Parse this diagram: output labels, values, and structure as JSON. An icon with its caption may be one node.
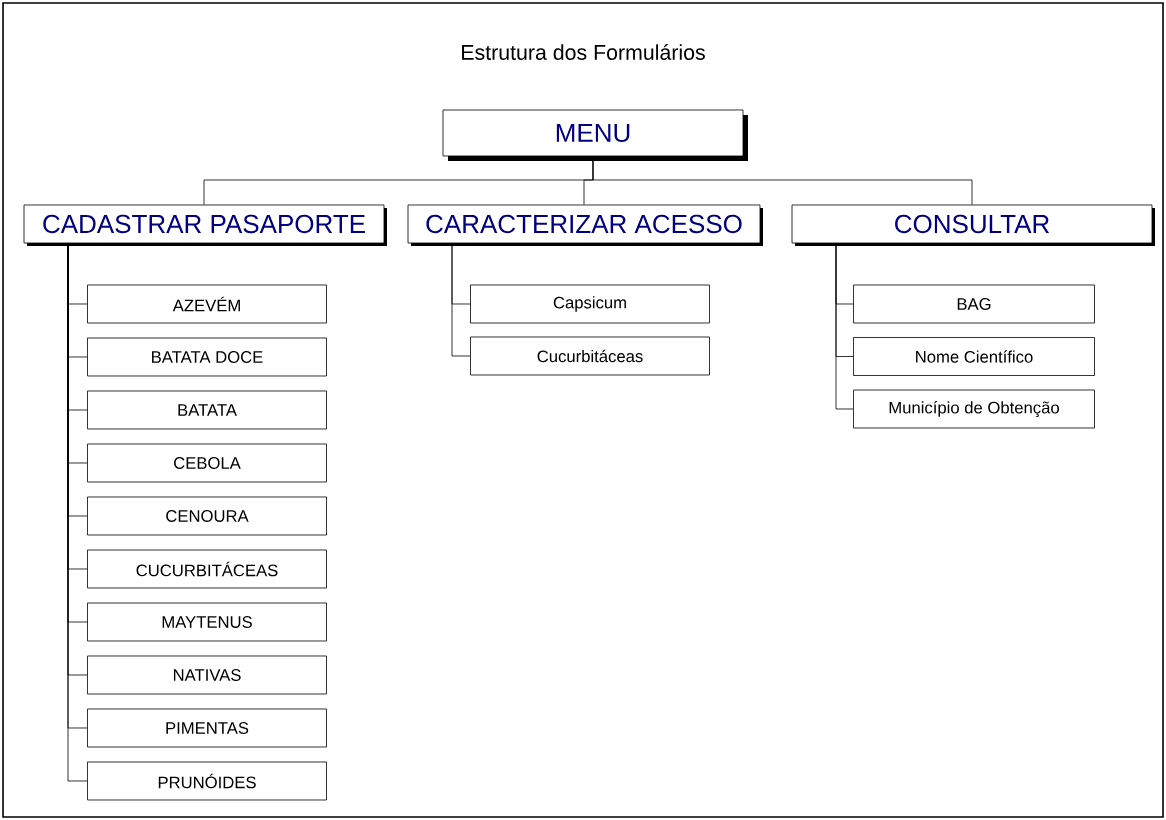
{
  "diagram": {
    "title": "Estrutura dos Formulários",
    "nodes": [
      {
        "text": [
          "MENU"
        ]
      },
      {
        "text": [
          "CADASTRAR PASAPORTE"
        ]
      },
      {
        "text": [
          "CARACTERIZAR ACESSO"
        ]
      },
      {
        "text": [
          "CONSULTAR"
        ]
      },
      {
        "text": [
          "AZEVÉM"
        ]
      },
      {
        "text": [
          "BATATA DOCE"
        ]
      },
      {
        "text": [
          "BATATA"
        ]
      },
      {
        "text": [
          "CEBOLA"
        ]
      },
      {
        "text": [
          "CENOURA"
        ]
      },
      {
        "text": [
          "CUCURBITÁCEAS"
        ]
      },
      {
        "text": [
          "MAYTENUS"
        ]
      },
      {
        "text": [
          "NATIVAS"
        ]
      },
      {
        "text": [
          "PIMENTAS"
        ]
      },
      {
        "text": [
          "PRUNÓIDES"
        ]
      },
      {
        "text": [
          "Capsicum"
        ]
      },
      {
        "text": [
          "Cucurbitáceas"
        ]
      },
      {
        "text": [
          "BAG"
        ]
      },
      {
        "text": [
          "Nome Científico"
        ]
      },
      {
        "text": [
          "Município de Obtenção"
        ]
      }
    ],
    "edges": [
      {
        "from": 0,
        "to": 1,
        "arrow": "none"
      },
      {
        "from": 0,
        "to": 2,
        "arrow": "none"
      },
      {
        "from": 0,
        "to": 3,
        "arrow": "none"
      },
      {
        "from": 1,
        "to": 4,
        "arrow": "none"
      },
      {
        "from": 1,
        "to": 5,
        "arrow": "none"
      },
      {
        "from": 1,
        "to": 6,
        "arrow": "none"
      },
      {
        "from": 1,
        "to": 7,
        "arrow": "none"
      },
      {
        "from": 1,
        "to": 8,
        "arrow": "none"
      },
      {
        "from": 1,
        "to": 9,
        "arrow": "none"
      },
      {
        "from": 1,
        "to": 10,
        "arrow": "none"
      },
      {
        "from": 1,
        "to": 11,
        "arrow": "none"
      },
      {
        "from": 1,
        "to": 12,
        "arrow": "none"
      },
      {
        "from": 1,
        "to": 13,
        "arrow": "none"
      },
      {
        "from": 2,
        "to": 14,
        "arrow": "none"
      },
      {
        "from": 2,
        "to": 15,
        "arrow": "none"
      },
      {
        "from": 3,
        "to": 16,
        "arrow": "none"
      },
      {
        "from": 3,
        "to": 17,
        "arrow": "none"
      },
      {
        "from": 3,
        "to": 18,
        "arrow": "none"
      }
    ]
  }
}
